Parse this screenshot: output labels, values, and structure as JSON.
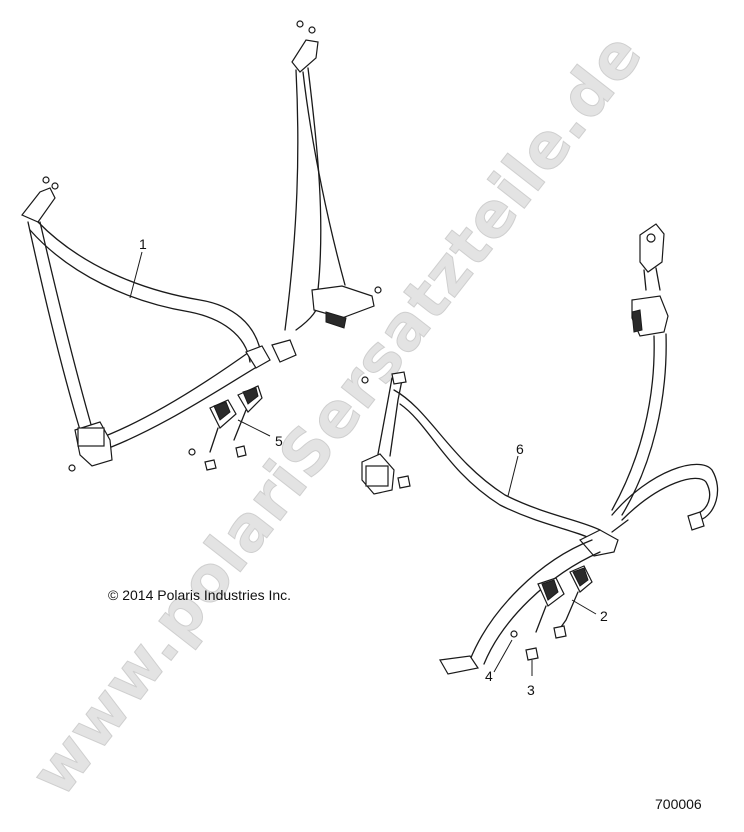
{
  "watermark": "www.polariSersatzteile.de",
  "copyright": "© 2014 Polaris Industries Inc.",
  "figure_id": "700006",
  "callouts": [
    {
      "id": "1"
    },
    {
      "id": "2"
    },
    {
      "id": "3"
    },
    {
      "id": "4"
    },
    {
      "id": "5"
    },
    {
      "id": "6"
    }
  ]
}
